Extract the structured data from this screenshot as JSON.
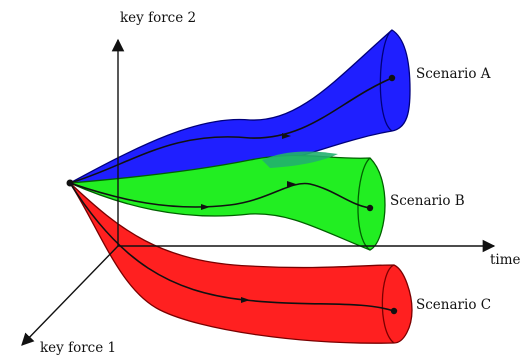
{
  "axes": {
    "y_label": "key force 2",
    "x_label": "time",
    "z_label": "key force 1"
  },
  "scenarios": [
    {
      "label": "Scenario A",
      "color": "#1f1fff",
      "edge": "#00007a"
    },
    {
      "label": "Scenario B",
      "color": "#22ee22",
      "edge": "#006000"
    },
    {
      "label": "Scenario C",
      "color": "#ff2020",
      "edge": "#7a0000"
    }
  ],
  "overlap_color": "#22b06e"
}
